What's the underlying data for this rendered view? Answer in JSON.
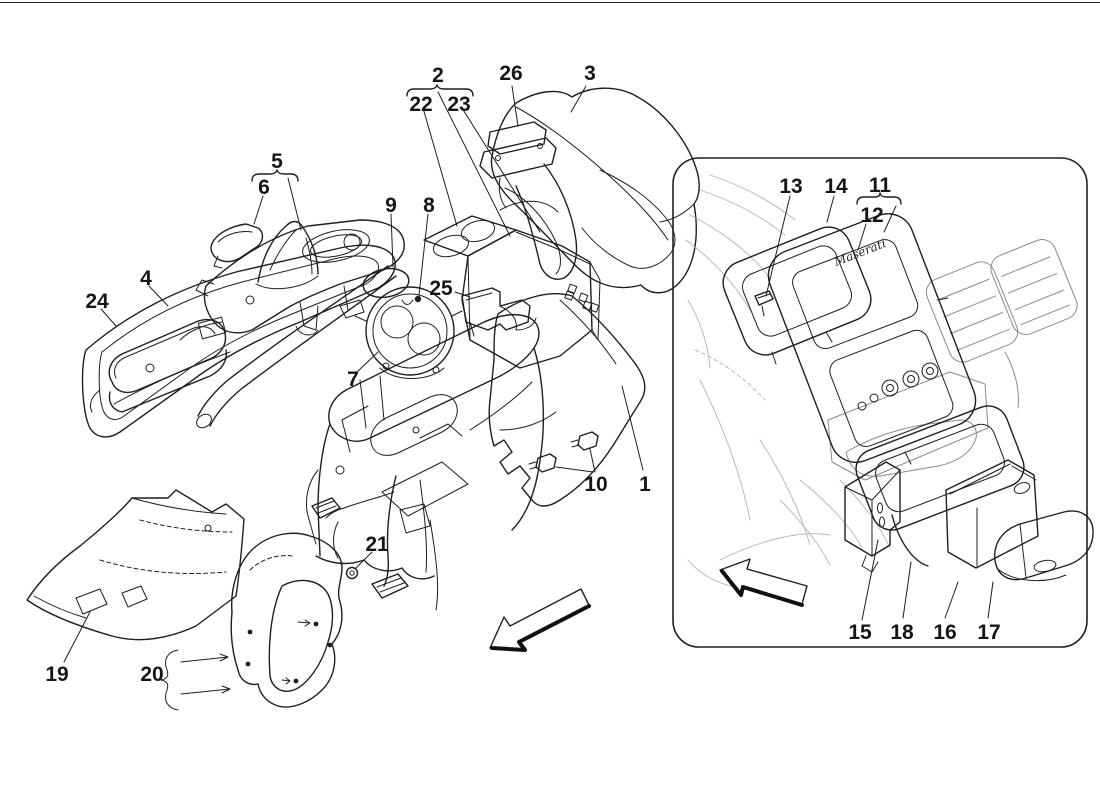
{
  "brand_script": "Maserati",
  "colors": {
    "ink": "#1f1f1f",
    "faint_sketch": "#b3b3b3",
    "paper": "#ffffff"
  },
  "part_labels": {
    "p1": "1",
    "p2": "2",
    "p3": "3",
    "p4": "4",
    "p5": "5",
    "p6": "6",
    "p7": "7",
    "p8": "8",
    "p9": "9",
    "p10": "10",
    "p11": "11",
    "p12": "12",
    "p13": "13",
    "p14": "14",
    "p15": "15",
    "p16": "16",
    "p17": "17",
    "p18": "18",
    "p19": "19",
    "p20": "20",
    "p21": "21",
    "p22": "22",
    "p23": "23",
    "p24": "24",
    "p25": "25",
    "p26": "26"
  },
  "label_groups": [
    {
      "parent": "2",
      "children": [
        "22",
        "23"
      ]
    },
    {
      "parent": "5",
      "children": [
        "6"
      ]
    },
    {
      "parent": "11",
      "children": [
        "12"
      ]
    },
    {
      "parent": "20",
      "children": [
        "fastener-arrows"
      ]
    }
  ],
  "arrows": [
    {
      "name": "main-direction-arrow",
      "direction": "down-left"
    },
    {
      "name": "inset-direction-arrow",
      "direction": "left"
    }
  ]
}
